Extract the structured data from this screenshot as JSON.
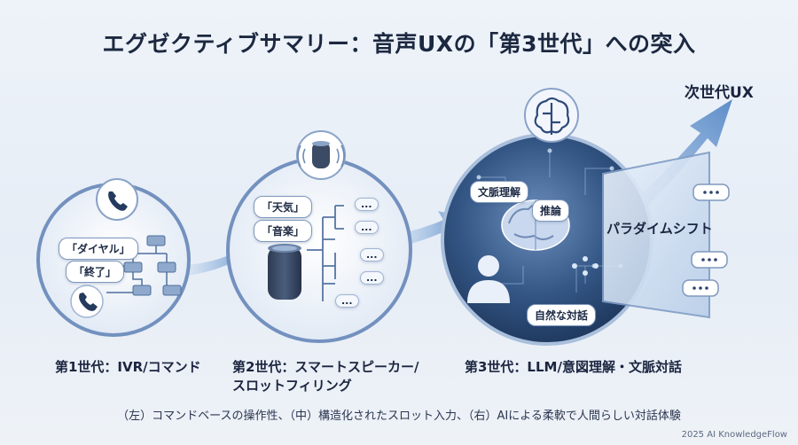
{
  "title": "エグゼクティブサマリー：音声UXの「第3世代」への突入",
  "generations": [
    {
      "label": "第1世代：IVR/コマンド",
      "bubbles": [
        "「ダイヤル」",
        "「終了」"
      ],
      "icons": [
        "phone-icon",
        "flowchart-icon",
        "handset-icon"
      ]
    },
    {
      "label": "第2世代：スマートスピーカー/スロットフィリング",
      "label_line1": "第2世代：スマートスピーカー/",
      "label_line2": "スロットフィリング",
      "bubbles": [
        "「天気」",
        "「音楽」"
      ],
      "slots": [
        "...",
        "...",
        "...",
        "...",
        "..."
      ],
      "icons": [
        "smart-speaker-icon",
        "slot-tree-icon"
      ]
    },
    {
      "label": "第3世代：LLM/意図理解・文脈対話",
      "bubbles": [
        "文脈理解",
        "推論",
        "自然な対話"
      ],
      "icons": [
        "brain-icon",
        "user-icon"
      ]
    }
  ],
  "next_ux": "次世代UX",
  "paradigm_shift": "パラダイムシフト",
  "chat_bubbles": [
    "...",
    "...",
    "..."
  ],
  "caption": "（左）コマンドベースの操作性、（中）構造化されたスロット入力、（右）AIによる柔軟で人間らしい対話体験",
  "footer": "2025 AI KnowledgeFlow",
  "colors": {
    "accent": "#3f6fb0",
    "circle_stroke": "#7391bf",
    "dark_circle": "#1f3a63",
    "arrow": "#6a9ad2"
  }
}
